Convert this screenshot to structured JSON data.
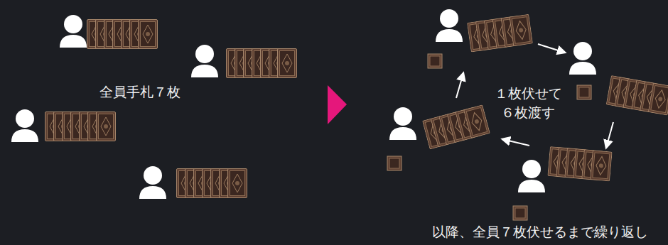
{
  "diagram": {
    "labels": [
      "全員手札７枚",
      "１枚伏せて ６枚渡す",
      "以降、全員７枚伏せるまで繰り返し"
    ]
  }
}
